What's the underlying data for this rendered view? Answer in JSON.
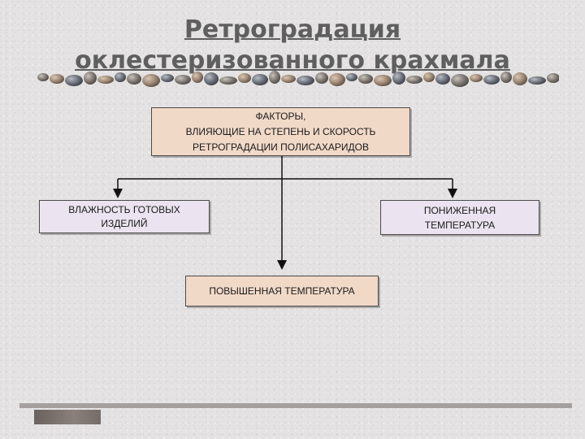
{
  "title": {
    "line1": "Ретроградация",
    "line2": "оклестеризованного крахмала"
  },
  "diagram": {
    "root": {
      "line1": "ФАКТОРЫ,",
      "line2": "ВЛИЯЮЩИЕ НА СТЕПЕНЬ И СКОРОСТЬ",
      "line3": "РЕТРОГРАДАЦИИ ПОЛИСАХАРИДОВ"
    },
    "left": {
      "line1": "ВЛАЖНОСТЬ ГОТОВЫХ",
      "line2": "ИЗДЕЛИЙ"
    },
    "right": {
      "line1": "ПОНИЖЕННАЯ",
      "line2": "ТЕМПЕРАТУРА"
    },
    "center": {
      "label": "ПОВЫШЕННАЯ ТЕМПЕРАТУРА"
    }
  },
  "colors": {
    "title": "#5f5f5f",
    "root_box": "#f1d9c8",
    "left_box": "#ebe3ef",
    "right_box": "#ebe3ef",
    "center_box": "#f1d9c8"
  }
}
